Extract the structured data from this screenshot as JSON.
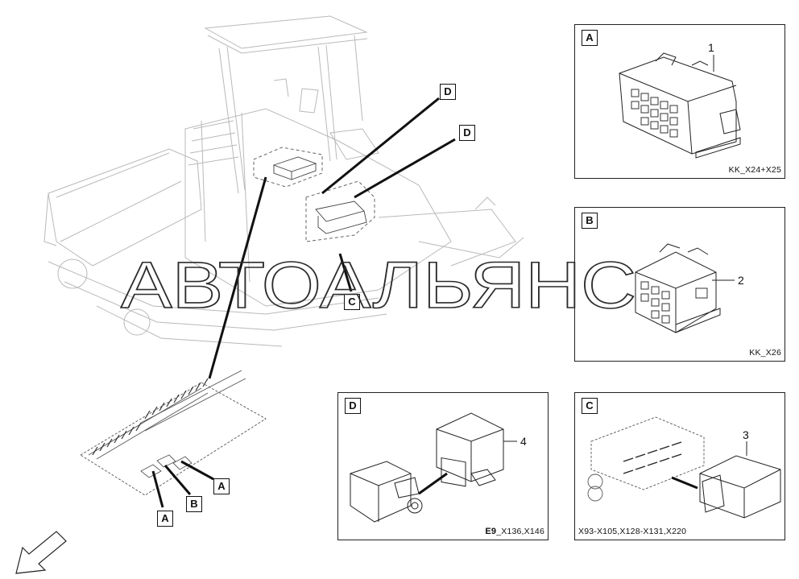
{
  "callouts": {
    "d_upper": "D",
    "d_lower": "D",
    "c_machine": "C",
    "a_right": "A",
    "a_left": "A",
    "b_board": "B"
  },
  "panels": {
    "a": {
      "tag": "A",
      "part_number": "1",
      "caption": "KK_X24+X25"
    },
    "b": {
      "tag": "B",
      "part_number": "2",
      "caption": "KK_X26"
    },
    "d": {
      "tag": "D",
      "part_number": "4",
      "caption_bold": "E9",
      "caption": "_X136,X146"
    },
    "c": {
      "tag": "C",
      "part_number": "3",
      "caption": "X93-X105,X128-X131,X220"
    }
  },
  "watermark": "АВТОАЛЬЯНС"
}
